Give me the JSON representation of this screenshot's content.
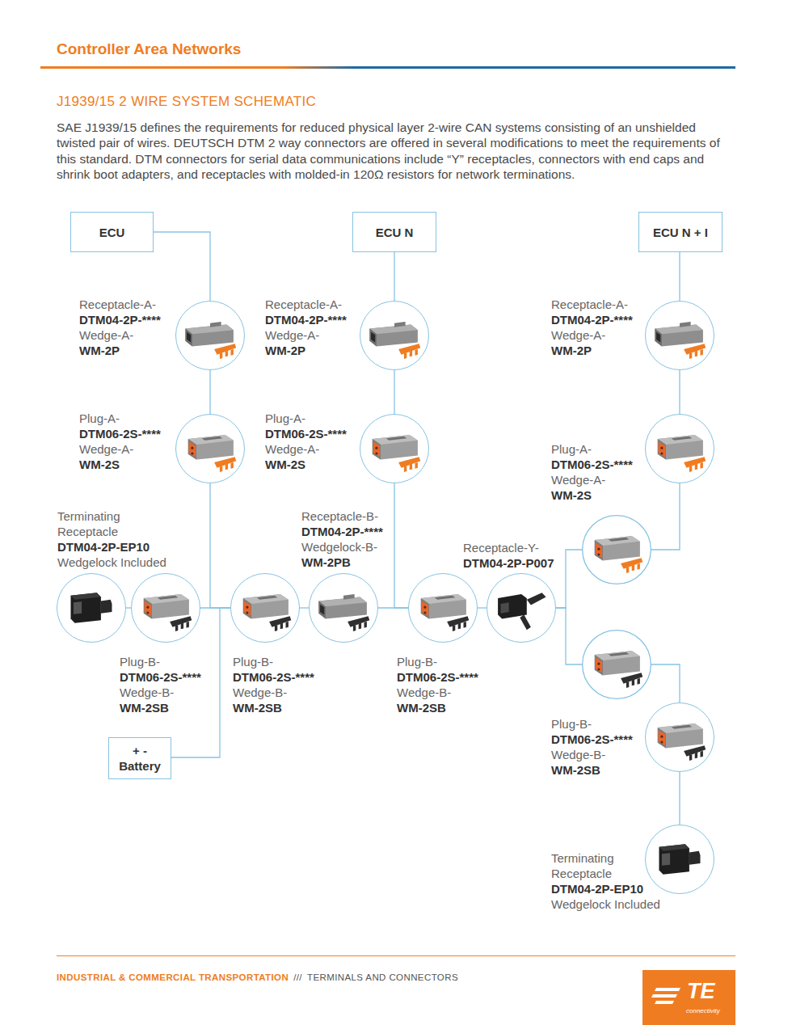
{
  "diagram": {
    "title": "J1939/15 2 WIRE SYSTEM SCHEMATIC",
    "nodes": [
      {
        "text": [
          "ECU"
        ]
      },
      {
        "text": [
          "ECU N"
        ]
      },
      {
        "text": [
          "ECU N + I"
        ]
      },
      {
        "text": [
          "Receptacle-A-",
          "DTM04-2P-****",
          "Wedge-A-",
          "WM-2P"
        ]
      },
      {
        "text": [
          "Plug-A-",
          "DTM06-2S-****",
          "Wedge-A-",
          "WM-2S"
        ]
      },
      {
        "text": [
          "Receptacle-A-",
          "DTM04-2P-****",
          "Wedge-A-",
          "WM-2P"
        ]
      },
      {
        "text": [
          "Plug-A-",
          "DTM06-2S-****",
          "Wedge-A-",
          "WM-2S"
        ]
      },
      {
        "text": [
          "Receptacle-A-",
          "DTM04-2P-****",
          "Wedge-A-",
          "WM-2P"
        ]
      },
      {
        "text": [
          "Plug-A-",
          "DTM06-2S-****",
          "Wedge-A-",
          "WM-2S"
        ]
      },
      {
        "text": [
          "Terminating Receptacle",
          "DTM04-2P-EP10",
          "Wedgelock Included"
        ]
      },
      {
        "text": [
          "Plug-B-",
          "DTM06-2S-****",
          "Wedge-B-",
          "WM-2SB"
        ]
      },
      {
        "text": [
          "Plug-B-",
          "DTM06-2S-****",
          "Wedge-B-",
          "WM-2SB"
        ]
      },
      {
        "text": [
          "Receptacle-B-",
          "DTM04-2P-****",
          "Wedgelock-B-",
          "WM-2PB"
        ]
      },
      {
        "text": [
          "Plug-B-",
          "DTM06-2S-****",
          "Wedge-B-",
          "WM-2SB"
        ]
      },
      {
        "text": [
          "Receptacle-Y-",
          "DTM04-2P-P007"
        ]
      },
      {
        "text": [
          "Plug-B-",
          "DTM06-2S-****",
          "Wedge-B-",
          "WM-2SB"
        ]
      },
      {
        "text": [
          "Terminating Receptacle",
          "DTM04-2P-EP10",
          "Wedgelock Included"
        ]
      },
      {
        "text": [
          "+ -",
          "Battery"
        ]
      }
    ],
    "edges": [
      {
        "from": 0,
        "to": 3,
        "arrow": "none"
      },
      {
        "from": 3,
        "to": 4,
        "arrow": "none"
      },
      {
        "from": 1,
        "to": 5,
        "arrow": "none"
      },
      {
        "from": 5,
        "to": 6,
        "arrow": "none"
      },
      {
        "from": 2,
        "to": 7,
        "arrow": "none"
      },
      {
        "from": 7,
        "to": 8,
        "arrow": "none"
      },
      {
        "from": 9,
        "to": 10,
        "arrow": "none"
      },
      {
        "from": 10,
        "to": 11,
        "arrow": "none"
      },
      {
        "from": 4,
        "to": 11,
        "arrow": "none"
      },
      {
        "from": 17,
        "to": 11,
        "arrow": "none"
      },
      {
        "from": 11,
        "to": 12,
        "arrow": "none"
      },
      {
        "from": 12,
        "to": 13,
        "arrow": "none"
      },
      {
        "from": 6,
        "to": 13,
        "arrow": "none"
      },
      {
        "from": 13,
        "to": 14,
        "arrow": "none"
      },
      {
        "from": 14,
        "to": 8,
        "arrow": "none"
      },
      {
        "from": 14,
        "to": 15,
        "arrow": "none"
      },
      {
        "from": 15,
        "to": 16,
        "arrow": "none"
      }
    ],
    "labels": [
      "Controller Area Networks",
      "SAE J1939/15 defines the requirements for reduced physical layer 2-wire CAN systems consisting of an unshielded twisted pair of wires. DEUTSCH DTM 2 way connectors are offered in several modifications to meet the requirements of this standard. DTM connectors for serial data communications include “Y” receptacles, connectors with end caps and shrink boot adapters, and receptacles with molded-in 120Ω resistors for network terminations.",
      "INDUSTRIAL & COMMERCIAL TRANSPORTATION",
      "///",
      "TERMINALS AND CONNECTORS",
      "TE",
      "connectivity"
    ]
  }
}
